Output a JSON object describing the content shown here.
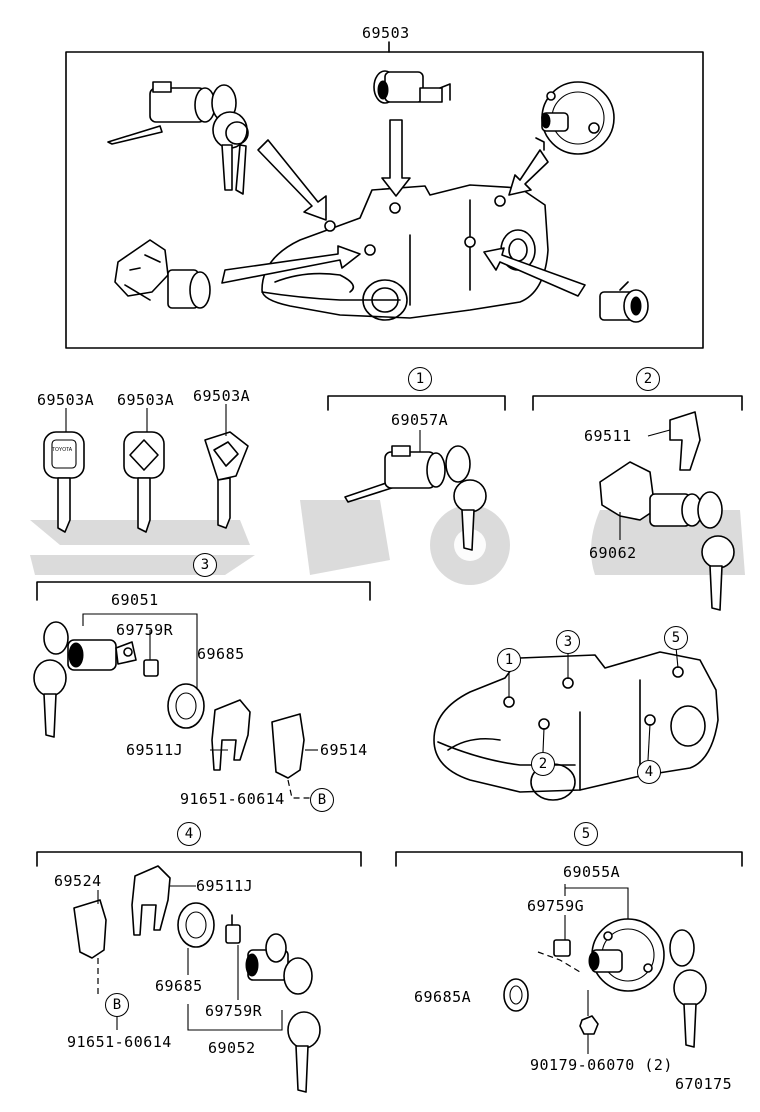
{
  "main_assembly": {
    "part_no": "69503"
  },
  "keys": {
    "labels": [
      "69503A",
      "69503A",
      "69503A"
    ]
  },
  "groups": {
    "g1": {
      "number": "1",
      "parts": [
        "69057A"
      ]
    },
    "g2": {
      "number": "2",
      "parts": [
        "69511",
        "69062"
      ]
    },
    "g3": {
      "number": "3",
      "parts": [
        "69051",
        "69759R",
        "69685",
        "69511J",
        "69514",
        "91651-60614"
      ],
      "ref": "B"
    },
    "g4": {
      "number": "4",
      "parts": [
        "69524",
        "69511J",
        "69685",
        "69759R",
        "69052",
        "91651-60614"
      ],
      "ref": "B"
    },
    "g5": {
      "number": "5",
      "parts": [
        "69055A",
        "69759G",
        "69685A",
        "90179-06070 (2)"
      ]
    }
  },
  "car_callouts": [
    "1",
    "3",
    "5",
    "2",
    "4"
  ],
  "key_logo_text": "TOYOTA",
  "diagram_code": "670175"
}
